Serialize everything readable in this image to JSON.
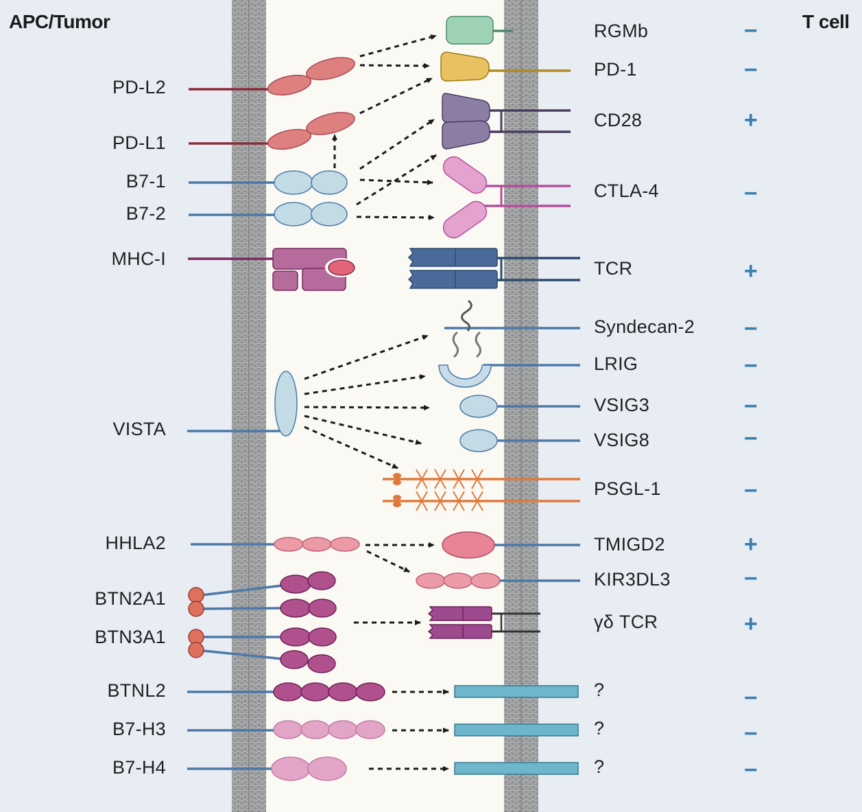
{
  "headers": {
    "left": "APC/Tumor",
    "right": "T cell"
  },
  "ligands": [
    "PD-L2",
    "PD-L1",
    "B7-1",
    "B7-2",
    "MHC-I",
    "VISTA",
    "HHLA2",
    "BTN2A1",
    "BTN3A1",
    "BTNL2",
    "B7-H3",
    "B7-H4"
  ],
  "receptors": [
    {
      "label": "RGMb",
      "sign": "−"
    },
    {
      "label": "PD-1",
      "sign": "−"
    },
    {
      "label": "CD28",
      "sign": "+"
    },
    {
      "label": "CTLA-4",
      "sign": "−"
    },
    {
      "label": "TCR",
      "sign": "+"
    },
    {
      "label": "Syndecan-2",
      "sign": "−"
    },
    {
      "label": "LRIG",
      "sign": "−"
    },
    {
      "label": "VSIG3",
      "sign": "−"
    },
    {
      "label": "VSIG8",
      "sign": "−"
    },
    {
      "label": "PSGL-1",
      "sign": "−"
    },
    {
      "label": "TMIGD2",
      "sign": "+"
    },
    {
      "label": "KIR3DL3",
      "sign": "−"
    },
    {
      "label": "γδ TCR",
      "sign": "+"
    },
    {
      "label": "?",
      "sign": "−"
    },
    {
      "label": "?",
      "sign": "−"
    },
    {
      "label": "?",
      "sign": "−"
    }
  ],
  "colors": {
    "background": "#e8edf4",
    "synapse": "#faf9f4",
    "membrane": "#9a9b9c",
    "sign": "#3b7fb0",
    "stem_blue": "#4c79a8"
  }
}
